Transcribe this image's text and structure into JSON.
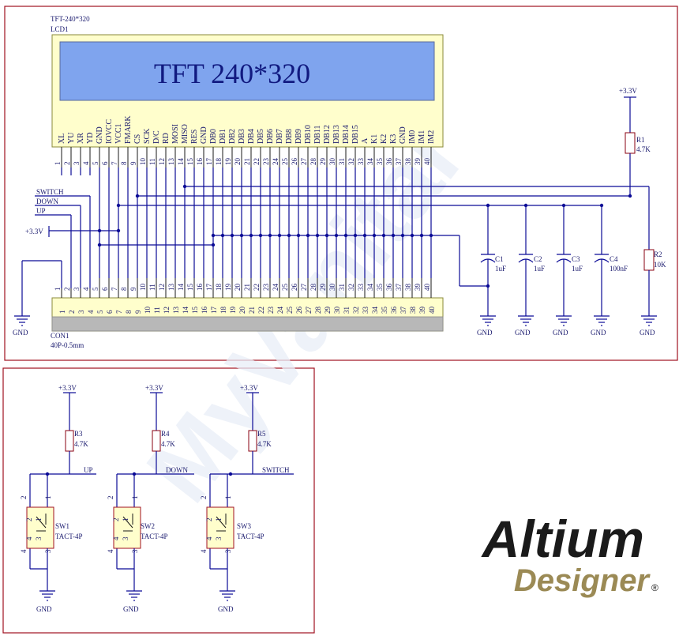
{
  "lcd": {
    "designator": "TFT-240*320",
    "ref": "LCD1",
    "screen_text": "TFT 240*320",
    "pin_names": [
      "XL",
      "YU",
      "XR",
      "YD",
      "GND",
      "IOVCC",
      "VCC1",
      "FMARK",
      "CS",
      "SCK",
      "D/C",
      "RD",
      "MOSI",
      "MISO",
      "RES",
      "GND",
      "DB0",
      "DB1",
      "DB2",
      "DB3",
      "DB4",
      "DB5",
      "DB6",
      "DB7",
      "DB8",
      "DB9",
      "DB10",
      "DB11",
      "DB12",
      "DB13",
      "DB14",
      "DB15",
      "A",
      "K1",
      "K2",
      "K3",
      "GND",
      "IM0",
      "IM1",
      "IM2"
    ],
    "pin_numbers": [
      "1",
      "2",
      "3",
      "4",
      "5",
      "6",
      "7",
      "8",
      "9",
      "10",
      "11",
      "12",
      "13",
      "14",
      "15",
      "16",
      "17",
      "18",
      "19",
      "20",
      "21",
      "22",
      "23",
      "24",
      "25",
      "26",
      "27",
      "28",
      "29",
      "30",
      "31",
      "32",
      "33",
      "34",
      "35",
      "36",
      "37",
      "38",
      "39",
      "40"
    ]
  },
  "con": {
    "ref": "CON1",
    "value": "40P-0.5mm",
    "pin_numbers": [
      "1",
      "2",
      "3",
      "4",
      "5",
      "6",
      "7",
      "8",
      "9",
      "10",
      "11",
      "12",
      "13",
      "14",
      "15",
      "16",
      "17",
      "18",
      "19",
      "20",
      "21",
      "22",
      "23",
      "24",
      "25",
      "26",
      "27",
      "28",
      "29",
      "30",
      "31",
      "32",
      "33",
      "34",
      "35",
      "36",
      "37",
      "38",
      "39",
      "40"
    ]
  },
  "nets": {
    "switch": "SWITCH",
    "down": "DOWN",
    "up": "UP",
    "v33": "+3.3V",
    "gnd": "GND"
  },
  "resistors": {
    "r1": {
      "ref": "R1",
      "value": "4.7K"
    },
    "r2": {
      "ref": "R2",
      "value": "10K"
    },
    "r3": {
      "ref": "R3",
      "value": "4.7K"
    },
    "r4": {
      "ref": "R4",
      "value": "4.7K"
    },
    "r5": {
      "ref": "R5",
      "value": "4.7K"
    }
  },
  "capacitors": {
    "c1": {
      "ref": "C1",
      "value": "1uF"
    },
    "c2": {
      "ref": "C2",
      "value": "1uF"
    },
    "c3": {
      "ref": "C3",
      "value": "1uF"
    },
    "c4": {
      "ref": "C4",
      "value": "100nF"
    }
  },
  "switches": {
    "sw1": {
      "ref": "SW1",
      "value": "TACT-4P"
    },
    "sw2": {
      "ref": "SW2",
      "value": "TACT-4P"
    },
    "sw3": {
      "ref": "SW3",
      "value": "TACT-4P"
    },
    "pins": [
      "1",
      "2",
      "3",
      "4"
    ]
  },
  "watermark": "MyVanitar",
  "logo": {
    "line1": "Altium",
    "line2": "Designer",
    "mark": "®"
  },
  "colors": {
    "frame": "#a01020",
    "wire": "#0b0b96",
    "screen": "#7fa4ee",
    "body": "#fffecc",
    "logo_dark": "#1a1a1a",
    "logo_gold": "#9b8a55"
  }
}
